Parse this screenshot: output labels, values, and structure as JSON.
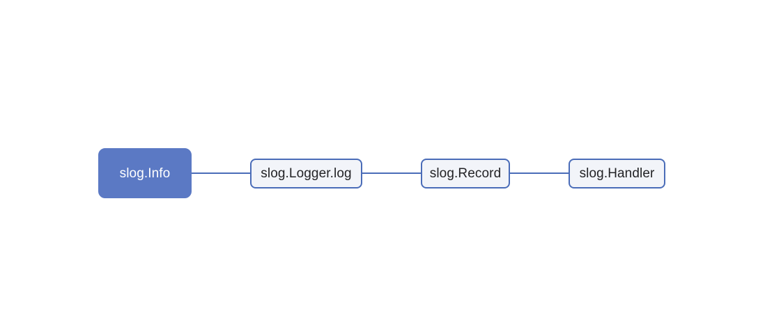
{
  "diagram": {
    "type": "flowchart",
    "orientation": "left-to-right",
    "background_color": "#ffffff",
    "accent_color": "#5b79c4",
    "border_color": "#4a6cb8",
    "nodes": [
      {
        "id": "slog-info",
        "label": "slog.Info",
        "style": "filled",
        "fill_color": "#5b79c4",
        "text_color": "#ffffff"
      },
      {
        "id": "slog-logger-log",
        "label": "slog.Logger.log",
        "style": "outlined",
        "fill_color": "#f2f4f9",
        "text_color": "#232326"
      },
      {
        "id": "slog-record",
        "label": "slog.Record",
        "style": "outlined",
        "fill_color": "#f2f4f9",
        "text_color": "#232326"
      },
      {
        "id": "slog-handler",
        "label": "slog.Handler",
        "style": "outlined",
        "fill_color": "#f2f4f9",
        "text_color": "#232326"
      }
    ],
    "edges": [
      {
        "id": "edge-1",
        "from": "slog-info",
        "to": "slog-logger-log",
        "label": ""
      },
      {
        "id": "edge-2",
        "from": "slog-logger-log",
        "to": "slog-record",
        "label": ""
      },
      {
        "id": "edge-3",
        "from": "slog-record",
        "to": "slog-handler",
        "label": ""
      }
    ]
  }
}
